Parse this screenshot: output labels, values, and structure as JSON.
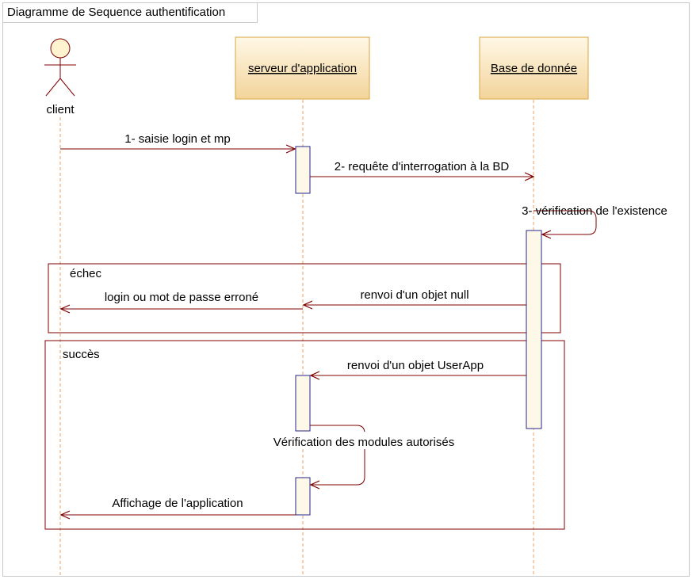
{
  "diagram": {
    "title": "Diagramme de Sequence authentification",
    "actor": {
      "label": "client"
    },
    "lifelines": {
      "server": "serveur d'application",
      "database": "Base de donnée"
    },
    "messages": {
      "m1": "1- saisie login et mp",
      "m2": "2- requête d'interrogation à la BD",
      "m3": "3- vérification de l'existence",
      "m4": "renvoi d'un objet null",
      "m5": "login ou mot de passe erroné",
      "m6": "renvoi d'un objet UserApp",
      "m7": "Vérification des modules autorisés",
      "m8": "Affichage de l'application"
    },
    "fragments": {
      "failure": "échec",
      "success": "succès"
    }
  },
  "colors": {
    "message_line": "#800000",
    "lifeline": "#e8a060",
    "box_fill_top": "#fff8e6",
    "box_fill_bottom": "#f3d49a",
    "box_border": "#d9a441",
    "activation_border": "#26268c",
    "activation_fill": "#fdf8e8",
    "fragment_border": "#800000"
  }
}
